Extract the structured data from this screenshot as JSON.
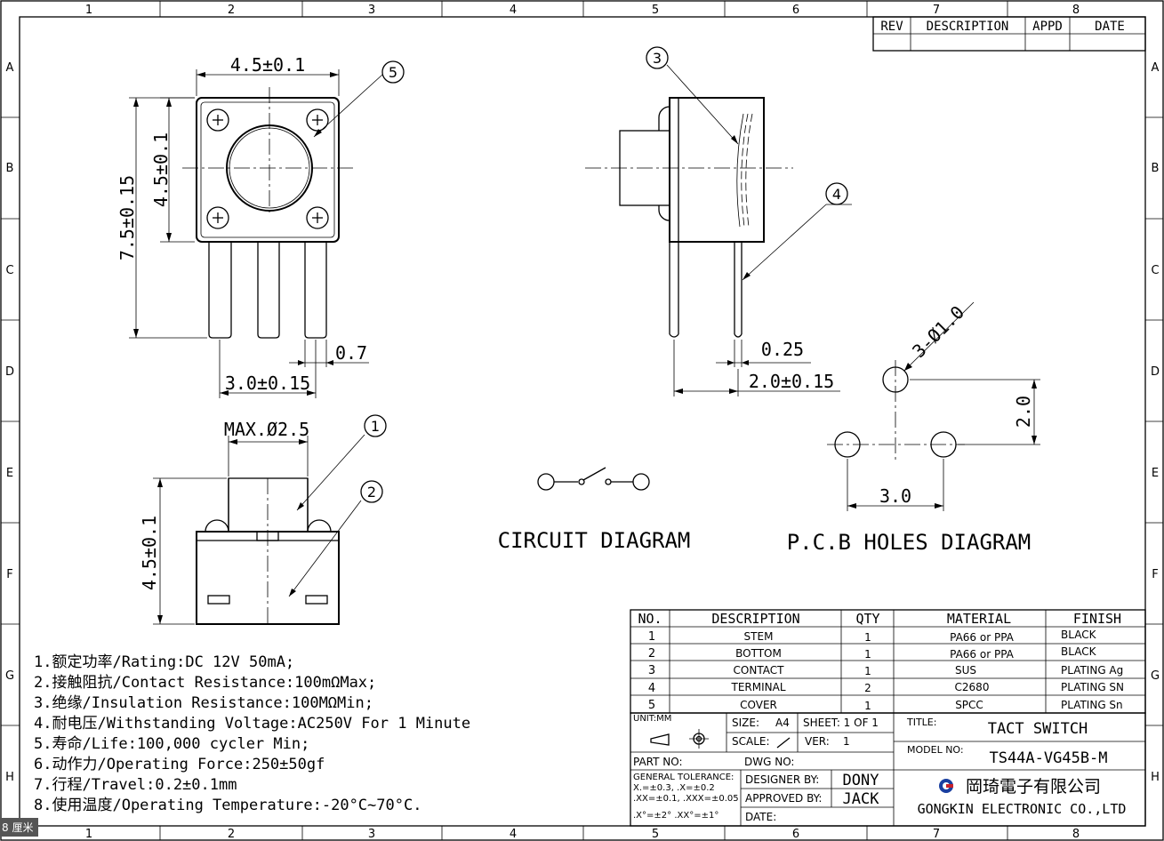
{
  "grid": {
    "cols": [
      "1",
      "2",
      "3",
      "4",
      "5",
      "6",
      "7",
      "8"
    ],
    "rows": [
      "A",
      "B",
      "C",
      "D",
      "E",
      "F",
      "G",
      "H"
    ]
  },
  "revision_block": {
    "rev": "REV",
    "description": "DESCRIPTION",
    "appd": "APPD",
    "date": "DATE"
  },
  "views": {
    "top": {
      "width": "4.5±0.1",
      "height_inner": "4.5±0.1",
      "height_total": "7.5±0.15",
      "pin_pitch": "3.0±0.15",
      "pin_width": "0.7",
      "callout": "5"
    },
    "side": {
      "callout_cover": "3",
      "callout_terminal": "4",
      "thickness": "0.25",
      "offset": "2.0±0.15"
    },
    "front": {
      "max_dia": "MAX.Ø2.5",
      "height": "4.5±0.1",
      "callout_stem": "1",
      "callout_bottom": "2"
    },
    "pcb": {
      "holes": "3-Ø1.0",
      "pitch_v": "2.0",
      "pitch_h": "3.0"
    }
  },
  "labels": {
    "circuit": "CIRCUIT DIAGRAM",
    "pcb": "P.C.B HOLES DIAGRAM"
  },
  "notes": [
    "1.额定功率/Rating:DC 12V 50mA;",
    "2.接触阻抗/Contact Resistance:100mΩMax;",
    "3.绝缘/Insulation Resistance:100MΩMin;",
    "4.耐电压/Withstanding Voltage:AC250V For 1 Minute",
    "5.寿命/Life:100,000 cycler Min;",
    "6.动作力/Operating Force:250±50gf",
    "7.行程/Travel:0.2±0.1mm",
    "8.使用温度/Operating Temperature:-20°C~70°C."
  ],
  "bom": {
    "headers": [
      "NO.",
      "DESCRIPTION",
      "QTY",
      "MATERIAL",
      "FINISH"
    ],
    "rows": [
      [
        "1",
        "STEM",
        "1",
        "PA66 or PPA",
        "BLACK"
      ],
      [
        "2",
        "BOTTOM",
        "1",
        "PA66 or PPA",
        "BLACK"
      ],
      [
        "3",
        "CONTACT",
        "1",
        "SUS",
        "PLATING Ag"
      ],
      [
        "4",
        "TERMINAL",
        "2",
        "C2680",
        "PLATING SN"
      ],
      [
        "5",
        "COVER",
        "1",
        "SPCC",
        "PLATING Sn"
      ]
    ]
  },
  "title_block": {
    "unit": "UNIT:MM",
    "size_label": "SIZE:",
    "size": "A4",
    "sheet": "SHEET: 1 OF 1",
    "scale_label": "SCALE:",
    "ver_label": "VER:",
    "ver": "1",
    "title_label": "TITLE:",
    "title": "TACT SWITCH",
    "model_label": "MODEL NO:",
    "model": "TS44A-VG45B-M",
    "part_no": "PART NO:",
    "dwg_no": "DWG NO:",
    "tol_title": "GENERAL TOLERANCE:",
    "tol_1": "X.=±0.3,   .X=±0.2",
    "tol_2": ".XX=±0.1, .XXX=±0.05",
    "tol_3": ".X°=±2° .XX°=±1°",
    "designer_label": "DESIGNER BY:",
    "designer": "DONY",
    "approved_label": "APPROVED BY:",
    "approved": "JACK",
    "date_label": "DATE:",
    "company_cn": "岡琦電子有限公司",
    "company_en": "GONGKIN ELECTRONIC CO.,LTD"
  },
  "corner_tag": "8 厘米"
}
